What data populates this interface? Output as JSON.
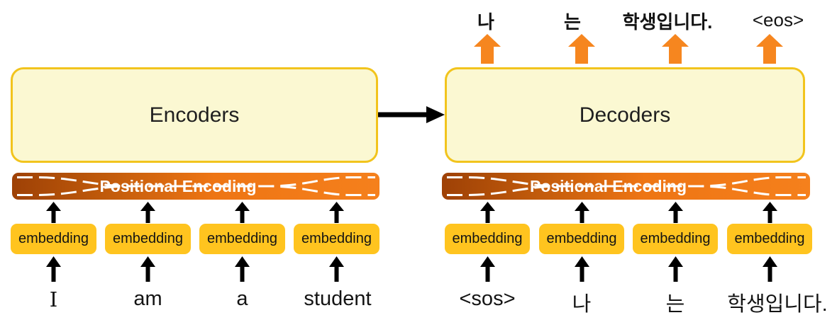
{
  "diagram": {
    "encoder": {
      "title": "Encoders",
      "positional_label": "Positional Encoding",
      "embedding_label": "embedding",
      "input_tokens": [
        "I",
        "am",
        "a",
        "student"
      ]
    },
    "decoder": {
      "title": "Decoders",
      "positional_label": "Positional Encoding",
      "embedding_label": "embedding",
      "input_tokens": [
        "<sos>",
        "나",
        "는",
        "학생입니다."
      ],
      "output_tokens": [
        "나",
        "는",
        "학생입니다.",
        "<eos>"
      ]
    },
    "colors": {
      "box_fill": "#fbf8d2",
      "box_border": "#f2c41d",
      "embedding_fill": "#ffc41f",
      "positional_dark": "#9e4106",
      "positional_bright": "#f5801c",
      "output_arrow": "#f6861f",
      "flow_arrow": "#000000"
    }
  }
}
